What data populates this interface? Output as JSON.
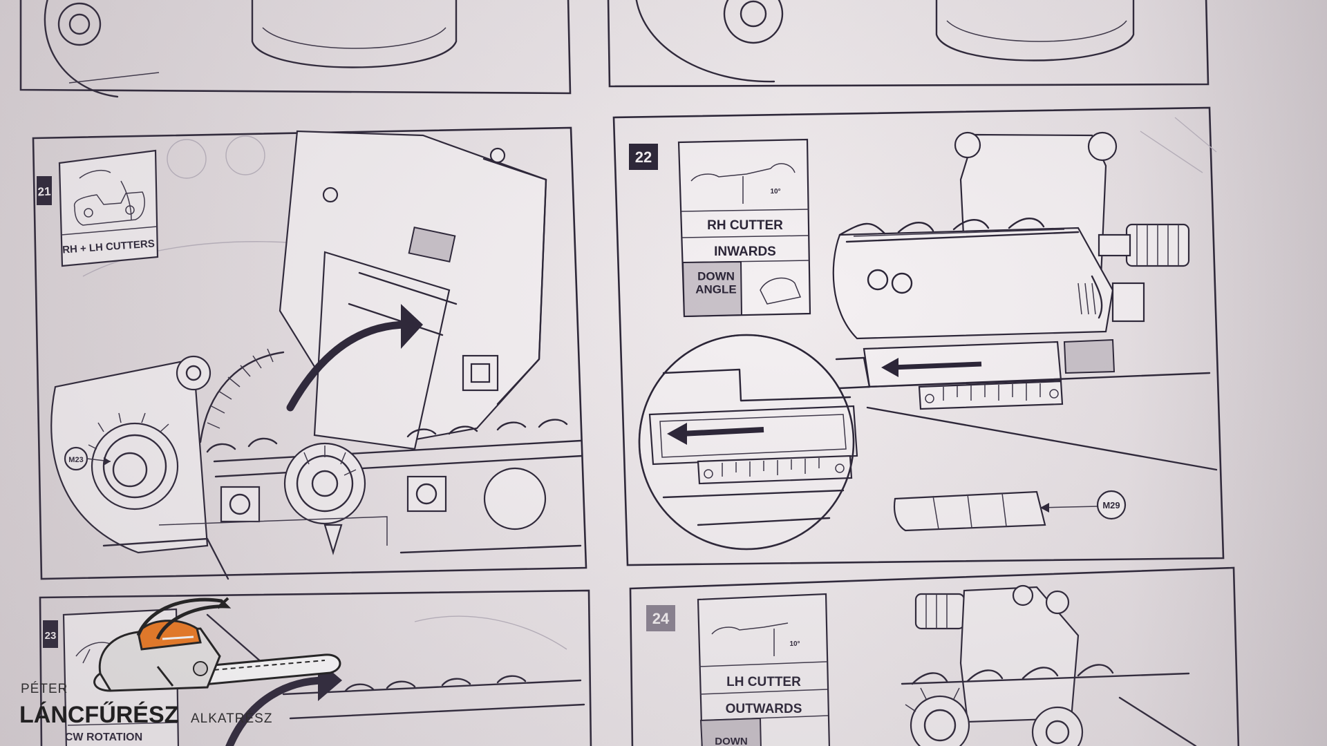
{
  "steps": [
    {
      "number": "21",
      "cutter_label": "RH + LH CUTTERS",
      "callout": "M23"
    },
    {
      "number": "22",
      "cutter_label": "RH CUTTER",
      "direction_label": "INWARDS",
      "angle_label": "DOWN\nANGLE",
      "angle_value": "10°",
      "callout": "M29"
    },
    {
      "number": "23",
      "rotation_label": "CW ROTATION"
    },
    {
      "number": "24",
      "cutter_label": "LH CUTTER",
      "direction_label": "OUTWARDS",
      "angle_label": "DOWN",
      "angle_value": "10°"
    }
  ],
  "watermark": {
    "line1": "PÉTER",
    "line2": "LÁNCFŰRÉSZ",
    "line3": "ALKATRÉSZ",
    "accent_color": "#f07a1e"
  },
  "colors": {
    "ink": "#2a2436",
    "paper": "#ece6e9"
  }
}
